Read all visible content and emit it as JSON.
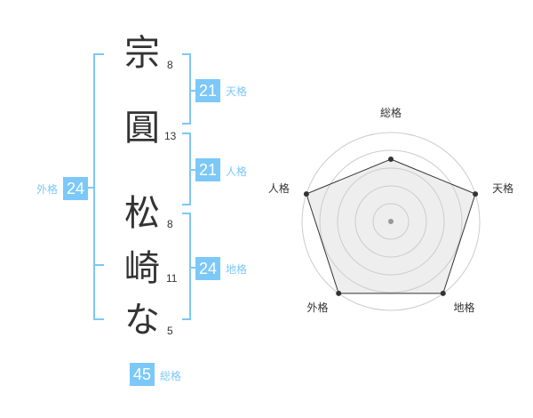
{
  "name": {
    "chars": [
      {
        "char": "宗",
        "strokes": "8"
      },
      {
        "char": "圓",
        "strokes": "13"
      },
      {
        "char": "松",
        "strokes": "8"
      },
      {
        "char": "崎",
        "strokes": "11"
      },
      {
        "char": "な",
        "strokes": "5"
      }
    ]
  },
  "fortunes": {
    "tenkaku": {
      "value": "21",
      "label": "天格"
    },
    "jinkaku": {
      "value": "21",
      "label": "人格"
    },
    "chikaku": {
      "value": "24",
      "label": "地格"
    },
    "gaikaku": {
      "value": "24",
      "label": "外格"
    },
    "soukaku": {
      "value": "45",
      "label": "総格"
    }
  },
  "chart_data": {
    "type": "radar",
    "axes": [
      "総格",
      "天格",
      "地格",
      "外格",
      "人格"
    ],
    "values": [
      0.7,
      1.0,
      1.0,
      1.0,
      1.0
    ],
    "max": 1.0,
    "rings": 5,
    "colors": {
      "fill": "#eeeeee",
      "line": "#333333",
      "ring": "#cccccc",
      "center": "#999999"
    }
  },
  "colors": {
    "accent": "#7cc8f8",
    "text": "#333333"
  }
}
